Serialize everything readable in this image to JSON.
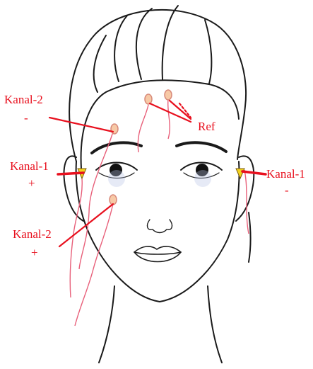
{
  "labels": {
    "kanal2_top": "Kanal-2",
    "kanal2_top_sign": "-",
    "ref": "Ref",
    "kanal1_left": "Kanal-1",
    "kanal1_left_sign": "+",
    "kanal1_right": "Kanal-1",
    "kanal1_right_sign": "-",
    "kanal2_bottom": "Kanal-2",
    "kanal2_bottom_sign": "+"
  },
  "colors": {
    "annotation": "#e8101e",
    "outline": "#1a1a1a",
    "wire": "#e8607a",
    "electrode_fill": "#f7c9a6",
    "electrode_stroke": "#d88a7a",
    "ear_electrode": "#f2d21e"
  }
}
